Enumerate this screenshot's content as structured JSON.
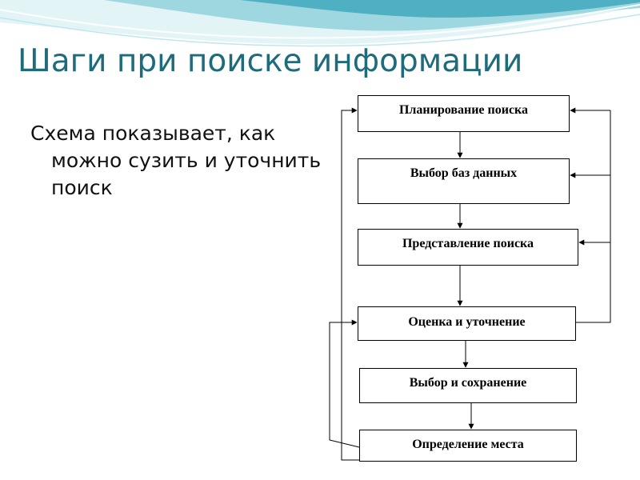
{
  "slide": {
    "title": "Шаги при поиске информации",
    "description": "Схема показывает, как можно сузить и уточнить поиск"
  },
  "flowchart": {
    "steps": [
      "Планирование поиска",
      "Выбор баз данных",
      "Представление поиска",
      "Оценка и уточнение",
      "Выбор и сохранение",
      "Определение места"
    ]
  },
  "colors": {
    "title": "#1e6b7b",
    "wave_dark": "#3fa9bd",
    "wave_mid": "#7fcbd8",
    "wave_light": "#c6e9ef",
    "connector": "#000000",
    "box_border": "#000000"
  }
}
